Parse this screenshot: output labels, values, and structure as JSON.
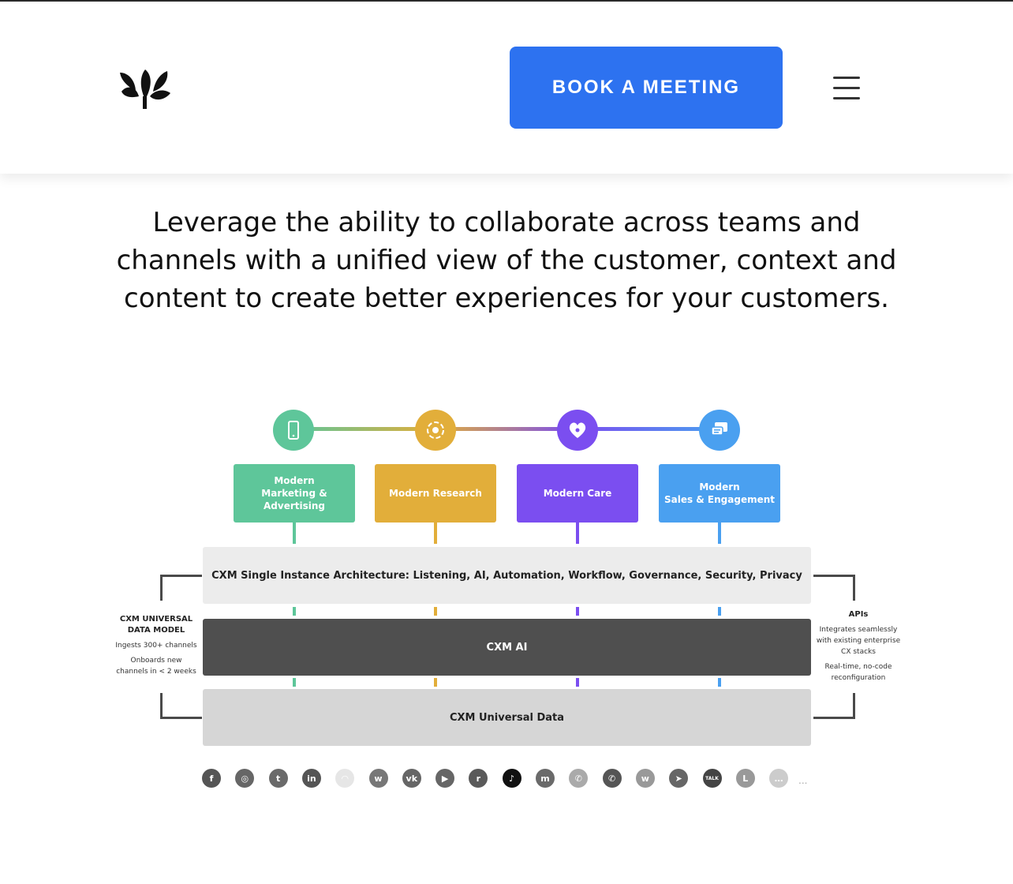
{
  "header": {
    "logo_icon": "sprout-logo-icon",
    "book_button_label": "BOOK A MEETING",
    "menu_icon": "hamburger-menu-icon",
    "accent_color": "#2d72f0"
  },
  "intro_text": "Leverage the ability to collaborate across teams and channels with a unified view of the customer, context and content to create better experiences for your customers.",
  "diagram": {
    "pillars": [
      {
        "line1": "Modern",
        "line2": "Marketing & Advertising",
        "icon": "mobile-phone-icon",
        "color": "#5ec69a"
      },
      {
        "line1": "",
        "line2": "Modern Research",
        "icon": "research-cycle-icon",
        "color": "#e2ae3a"
      },
      {
        "line1": "",
        "line2": "Modern Care",
        "icon": "heart-people-icon",
        "color": "#7b4ef0"
      },
      {
        "line1": "Modern",
        "line2": "Sales & Engagement",
        "icon": "chat-bubbles-icon",
        "color": "#4aa0f0"
      }
    ],
    "layers": {
      "architecture": "CXM Single Instance Architecture: Listening, AI, Automation, Workflow, Governance, Security, Privacy",
      "ai": "CXM AI",
      "data": "CXM Universal Data"
    },
    "left_panel": {
      "title_line1": "CXM UNIVERSAL",
      "title_line2": "DATA MODEL",
      "note1": "Ingests 300+ channels",
      "note2_line1": "Onboards new",
      "note2_line2": "channels in < 2 weeks"
    },
    "right_panel": {
      "title": "APIs",
      "note1_line1": "Integrates seamlessly",
      "note1_line2": "with existing enterprise",
      "note1_line3": "CX stacks",
      "note2_line1": "Real-time, no-code",
      "note2_line2": "reconfiguration"
    },
    "social_icons": [
      {
        "name": "facebook-icon",
        "glyph": "f",
        "color": "#555555"
      },
      {
        "name": "instagram-icon",
        "glyph": "◎",
        "color": "#666666"
      },
      {
        "name": "twitter-icon",
        "glyph": "t",
        "color": "#6a6a6a"
      },
      {
        "name": "linkedin-icon",
        "glyph": "in",
        "color": "#555555"
      },
      {
        "name": "snapchat-icon",
        "glyph": "◠",
        "color": "#e6e6e6"
      },
      {
        "name": "weibo-icon",
        "glyph": "w",
        "color": "#777777"
      },
      {
        "name": "vk-icon",
        "glyph": "vk",
        "color": "#666666"
      },
      {
        "name": "youtube-icon",
        "glyph": "▶",
        "color": "#666666"
      },
      {
        "name": "reddit-icon",
        "glyph": "r",
        "color": "#5a5a5a"
      },
      {
        "name": "tiktok-icon",
        "glyph": "♪",
        "color": "#111111"
      },
      {
        "name": "messenger-icon",
        "glyph": "m",
        "color": "#6a6a6a"
      },
      {
        "name": "whatsapp-icon",
        "glyph": "✆",
        "color": "#aaaaaa"
      },
      {
        "name": "viber-icon",
        "glyph": "✆",
        "color": "#555555"
      },
      {
        "name": "wechat-icon",
        "glyph": "w",
        "color": "#999999"
      },
      {
        "name": "telegram-icon",
        "glyph": "➤",
        "color": "#666666"
      },
      {
        "name": "kakaotalk-icon",
        "glyph": "TALK",
        "color": "#444444"
      },
      {
        "name": "line-icon",
        "glyph": "L",
        "color": "#999999"
      },
      {
        "name": "sms-icon",
        "glyph": "…",
        "color": "#cccccc"
      }
    ],
    "more_indicator": "..."
  }
}
